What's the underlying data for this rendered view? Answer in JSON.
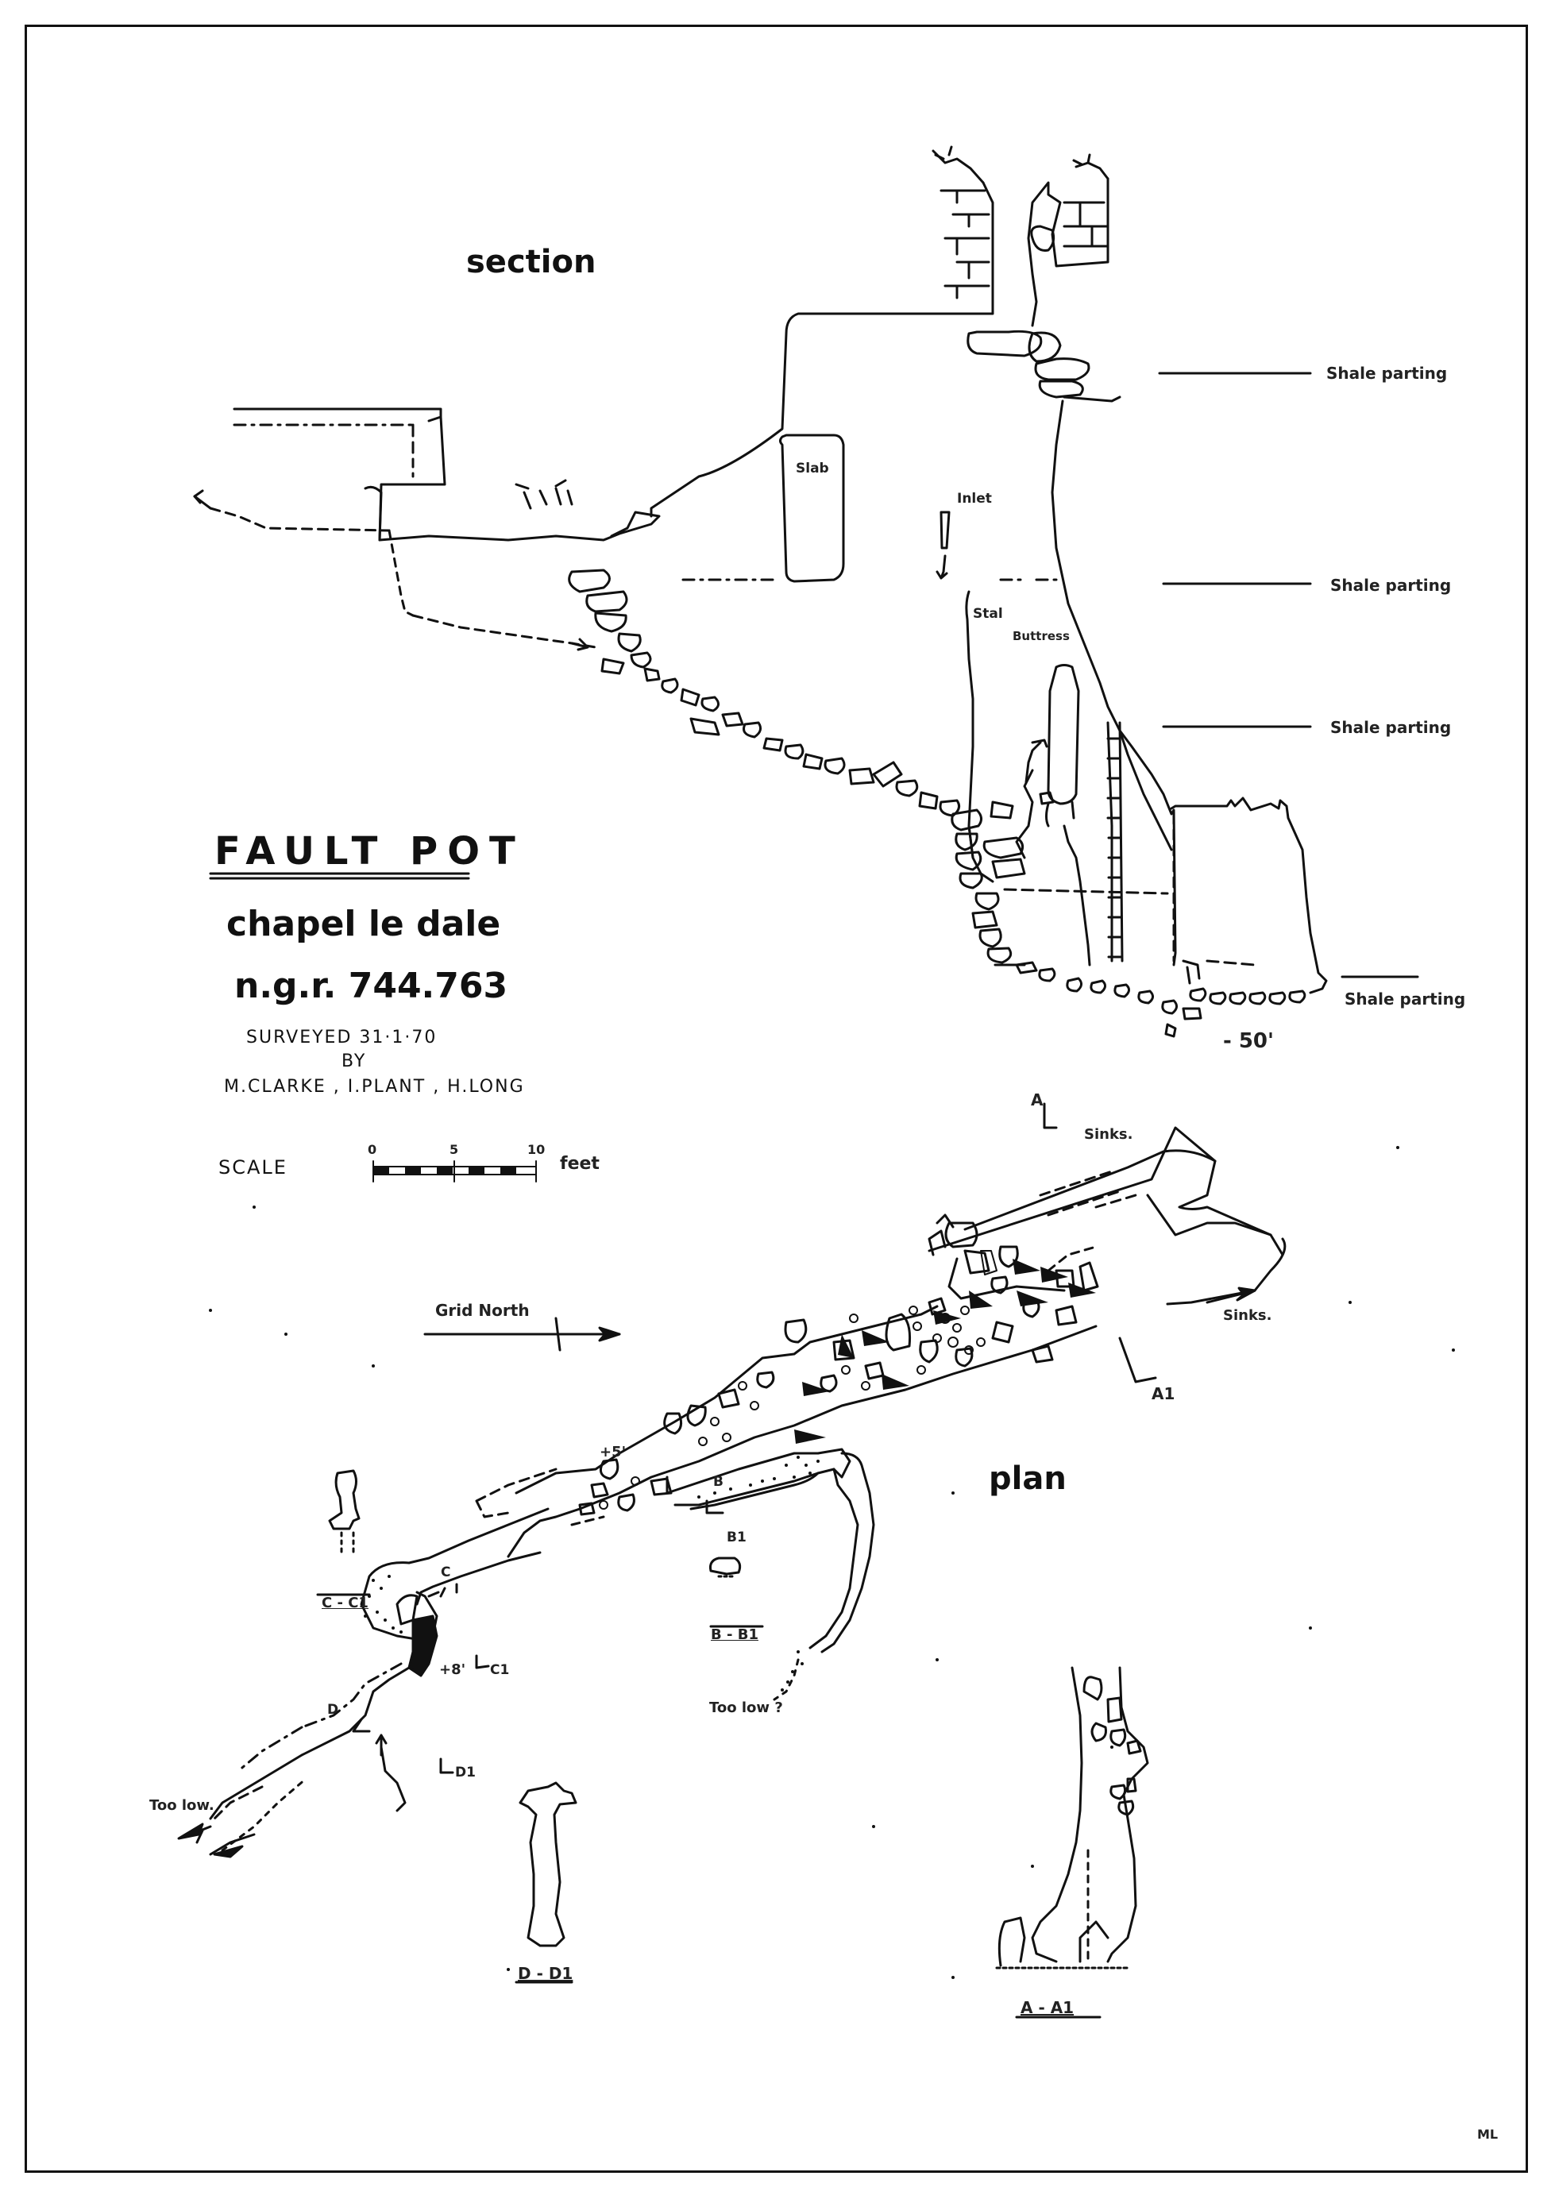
{
  "title": "FAULT POT",
  "location": "chapel le dale",
  "grid_ref": "n.g.r. 744.763",
  "surveyed_line": "SURVEYED  31·1·70",
  "by_line": "BY",
  "surveyors": "M.CLARKE , I.PLANT , H.LONG",
  "scale": {
    "label": "SCALE",
    "ticks": [
      "0",
      "5",
      "10"
    ],
    "unit": "feet"
  },
  "section": {
    "heading": "section",
    "labels": {
      "slab": "Slab",
      "inlet": "Inlet",
      "stal": "Stal",
      "buttress": "Buttress",
      "depth": "- 50'",
      "shale_1": "Shale parting",
      "shale_2": "Shale parting",
      "shale_3": "Shale parting",
      "shale_4": "Shale parting"
    }
  },
  "plan": {
    "heading": "plan",
    "grid_north": "Grid North",
    "labels": {
      "sinks_1": "Sinks.",
      "sinks_2": "Sinks.",
      "plus5": "+5'",
      "plus8": "+8'",
      "too_low_q": "Too low ?",
      "too_low": "Too low.",
      "a": "A",
      "a1": "A1",
      "b": "B",
      "b1": "B1",
      "c": "C",
      "c1": "C1",
      "d": "D",
      "d1": "D1"
    }
  },
  "cross_sections": {
    "cc": "C - C1",
    "bb": "B - B1",
    "dd": "D - D1",
    "aa": "A - A1"
  },
  "initials": "ML"
}
